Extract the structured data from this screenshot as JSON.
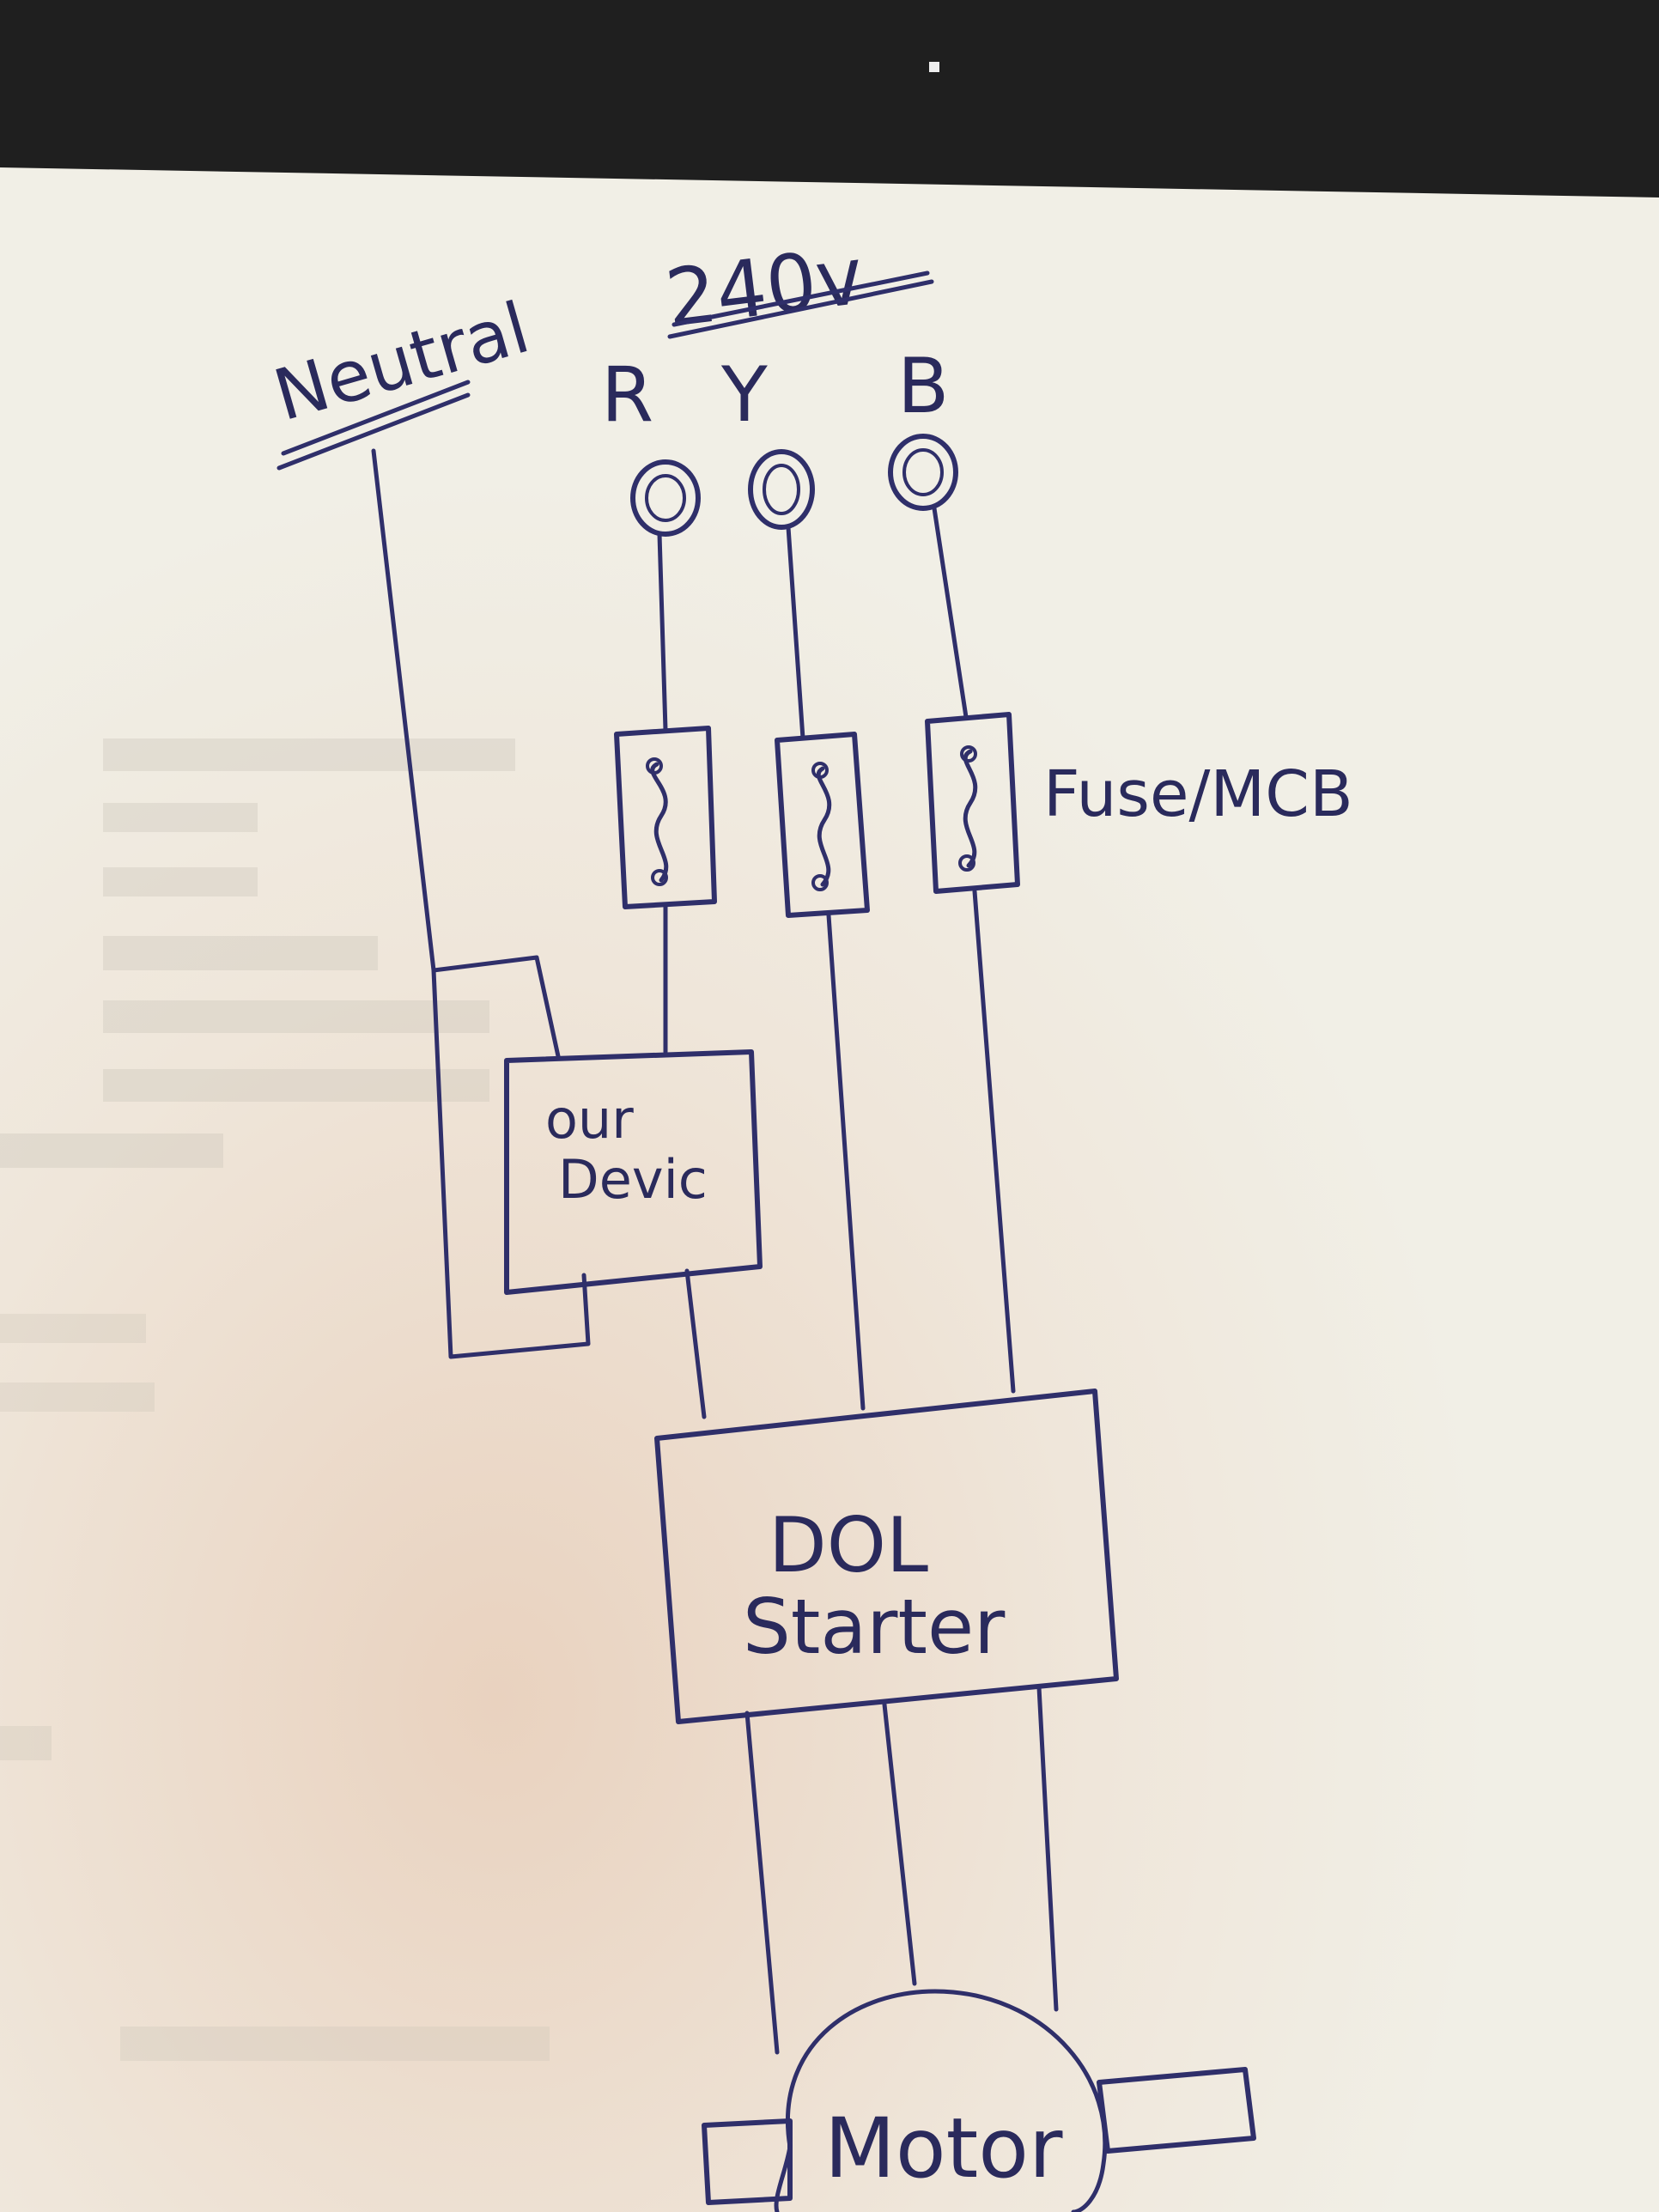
{
  "labels": {
    "neutral": "Neutral",
    "voltage": "240v",
    "phase_r": "R",
    "phase_y": "Y",
    "phase_b": "B",
    "fuse": "Fuse/MCB",
    "device_line1": "our",
    "device_line2": "Devic",
    "starter_line1": "DOL",
    "starter_line2": "Starter",
    "motor": "Motor"
  },
  "colors": {
    "ink": "#2f2f6a",
    "paper": "#f1efe6",
    "background": "#222222"
  }
}
